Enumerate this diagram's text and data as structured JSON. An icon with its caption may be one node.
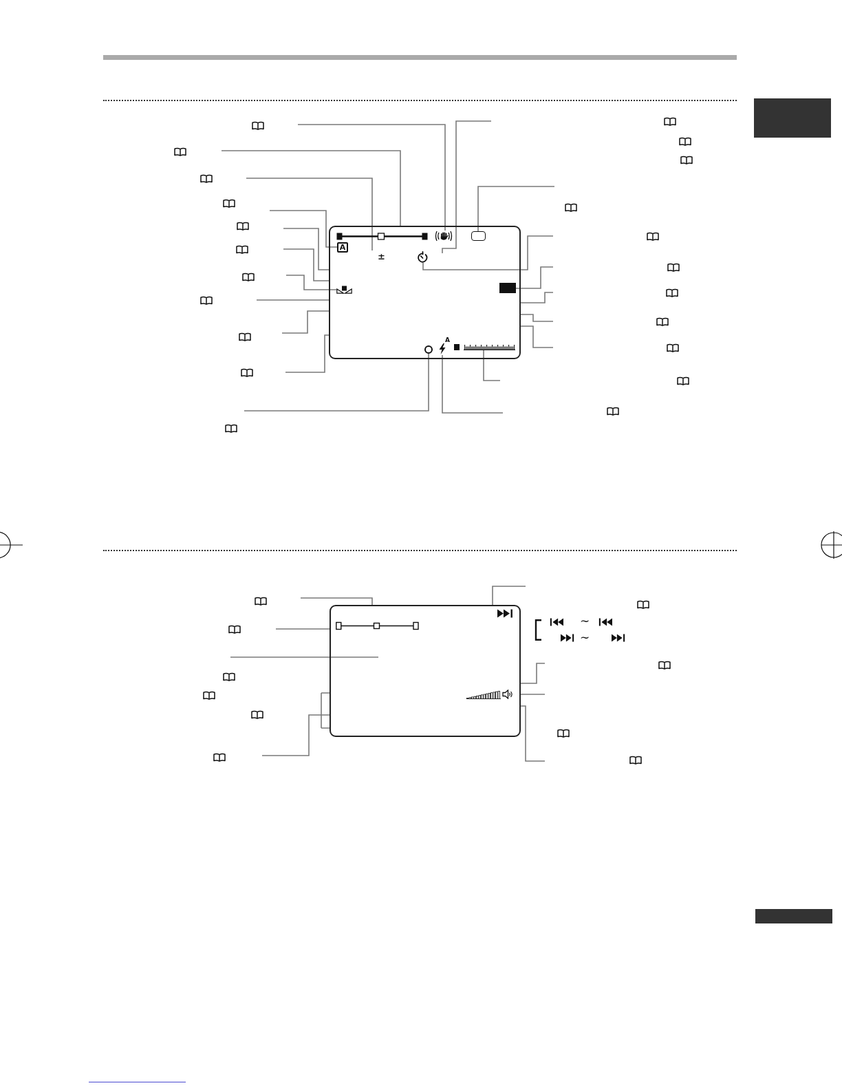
{
  "diagram": {
    "nodes": [
      {
        "text": [],
        "shape": "box"
      },
      {
        "text": [],
        "shape": "box"
      },
      {
        "text": [],
        "shape": "picture",
        "in": 1
      },
      {
        "text": [],
        "shape": "box",
        "in": 1
      },
      {
        "text": [
          "A"
        ],
        "in": 1
      },
      {
        "text": [],
        "shape": "picture",
        "in": 1
      },
      {
        "text": [],
        "shape": "picture",
        "in": 1
      },
      {
        "text": [],
        "shape": "box",
        "in": 1
      },
      {
        "text": [],
        "shape": "circle",
        "in": 1
      },
      {
        "text": [
          "A"
        ],
        "in": 1
      },
      {
        "text": [],
        "shape": "bar",
        "in": 1
      },
      {
        "text": [],
        "shape": "box"
      },
      {
        "text": [],
        "shape": "box"
      }
    ],
    "edges": [
      {
        "from": null,
        "to": 2,
        "arrow": "none"
      },
      {
        "from": null,
        "to": 1,
        "arrow": "none"
      },
      {
        "from": null,
        "to": 1,
        "arrow": "none"
      },
      {
        "from": null,
        "to": 4,
        "arrow": "none"
      },
      {
        "from": null,
        "to": 1,
        "arrow": "none"
      },
      {
        "from": null,
        "to": 1,
        "arrow": "none"
      },
      {
        "from": null,
        "to": 6,
        "arrow": "none"
      },
      {
        "from": null,
        "to": 1,
        "arrow": "none"
      },
      {
        "from": null,
        "to": 1,
        "arrow": "none"
      },
      {
        "from": null,
        "to": 1,
        "arrow": "none"
      },
      {
        "from": null,
        "to": 8,
        "arrow": "none"
      },
      {
        "from": null,
        "to": 1,
        "arrow": "none"
      },
      {
        "from": null,
        "to": 3,
        "arrow": "none"
      },
      {
        "from": null,
        "to": 5,
        "arrow": "none"
      },
      {
        "from": null,
        "to": 7,
        "arrow": "none"
      },
      {
        "from": null,
        "to": 1,
        "arrow": "none"
      },
      {
        "from": null,
        "to": 1,
        "arrow": "none"
      },
      {
        "from": null,
        "to": 1,
        "arrow": "none"
      },
      {
        "from": null,
        "to": 10,
        "arrow": "none"
      },
      {
        "from": null,
        "to": 9,
        "arrow": "none"
      },
      {
        "from": null,
        "to": 11,
        "arrow": "none"
      },
      {
        "from": null,
        "to": 11,
        "arrow": "none"
      },
      {
        "from": null,
        "to": 11,
        "arrow": "none"
      },
      {
        "from": null,
        "to": 11,
        "arrow": "none"
      },
      {
        "from": null,
        "to": 11,
        "arrow": "none"
      },
      {
        "from": null,
        "to": 11,
        "arrow": "none"
      },
      {
        "from": null,
        "to": 11,
        "arrow": "none"
      },
      {
        "from": null,
        "to": 11,
        "arrow": "none"
      }
    ],
    "labels": [
      "±",
      "∼",
      "∼"
    ]
  }
}
